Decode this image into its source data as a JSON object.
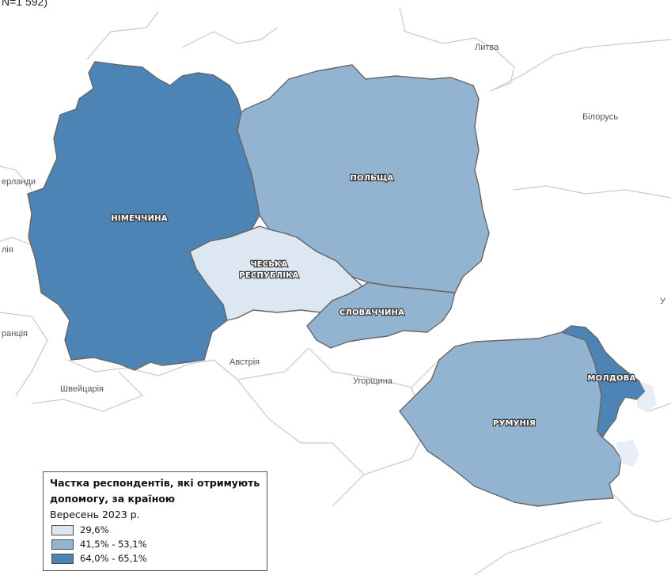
{
  "header": {
    "note": "N=1 592)"
  },
  "colors": {
    "low": "#dde7f1",
    "mid": "#92b4d1",
    "high": "#4b84b5",
    "border": "#666666",
    "background_line": "#c9c9c9"
  },
  "countries": [
    {
      "id": "germany",
      "label": "НІМЕЧЧИНА",
      "class": "high"
    },
    {
      "id": "poland",
      "label": "ПОЛЬЩА",
      "class": "mid"
    },
    {
      "id": "czechia",
      "label_line1": "ЧЕСЬКА",
      "label_line2": "РЕСПУБЛІКА",
      "class": "low"
    },
    {
      "id": "slovakia",
      "label": "СЛОВАЧЧИНА",
      "class": "mid"
    },
    {
      "id": "romania",
      "label": "РУМУНІЯ",
      "class": "mid"
    },
    {
      "id": "moldova",
      "label": "МОЛДОВА",
      "class": "high"
    }
  ],
  "background_labels": {
    "lithuania": "Литва",
    "belarus": "Білорусь",
    "netherlands": "ерланди",
    "belgium": "лія",
    "france": "ранція",
    "austria": "Австрія",
    "switzerland": "Швейцарія",
    "hungary": "Угорщина",
    "ukraine": "У"
  },
  "legend": {
    "title_line1": "Частка респондентів, які отримують",
    "title_line2": "допомогу, за країною",
    "subtitle": "Вересень 2023 р.",
    "items": [
      {
        "label": "29,6%",
        "color": "#dde7f1"
      },
      {
        "label": "41,5% - 53,1%",
        "color": "#92b4d1"
      },
      {
        "label": "64,0% - 65,1%",
        "color": "#4b84b5"
      }
    ]
  }
}
